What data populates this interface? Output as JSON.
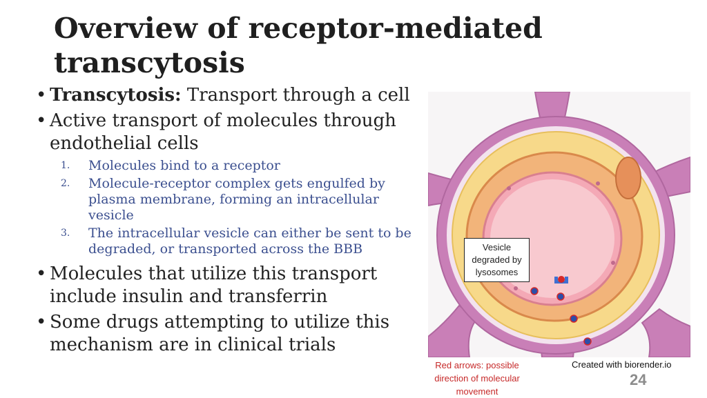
{
  "slide": {
    "title": "Overview of  receptor-mediated transcytosis",
    "page_number": "24"
  },
  "bullets": {
    "b1_label": "Transcytosis:",
    "b1_text": " Transport through a cell",
    "b2_text": "Active transport of molecules through endothelial cells",
    "steps": [
      {
        "num": "1.",
        "text": "Molecules bind to a receptor"
      },
      {
        "num": "2.",
        "text": "Molecule-receptor complex gets engulfed by plasma membrane, forming an intracellular vesicle"
      },
      {
        "num": "3.",
        "text": "The intracellular vesicle can either be sent to be degraded, or transported across the BBB"
      }
    ],
    "b3_text": "Molecules that utilize this transport include insulin and transferrin",
    "b4_text": "Some drugs attempting to utilize this mechanism are in clinical trials"
  },
  "diagram": {
    "vesicle_label": "Vesicle degraded by lysosomes",
    "arrow_note": "Red arrows: possible direction of molecular movement",
    "credit": "Created with biorender.io",
    "colors": {
      "astrocyte": "#c97fb7",
      "astrocyte_inner": "#f3e3ee",
      "basement": "#f7d98a",
      "endothelial": "#f2b47a",
      "lumen": "#f8c9cf",
      "molecule": "#2e4ea8",
      "molecule_red": "#d62828",
      "receptor": "#3f6fd1"
    }
  }
}
